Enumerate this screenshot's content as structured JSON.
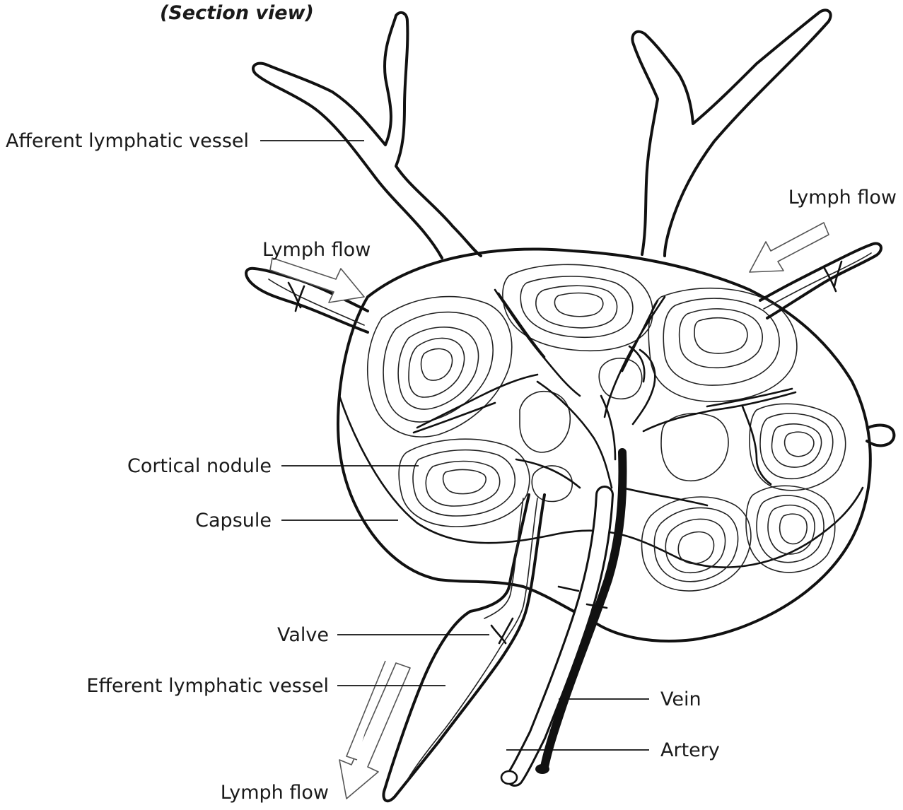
{
  "diagram": {
    "subtitle": "(Section view)",
    "labels": {
      "afferent_lymphatic_vessel": "Afferent lymphatic vessel",
      "lymph_flow_left": "Lymph flow",
      "lymph_flow_right": "Lymph flow",
      "lymph_flow_bottom": "Lymph flow",
      "cortical_nodule": "Cortical nodule",
      "capsule": "Capsule",
      "valve": "Valve",
      "efferent_lymphatic_vessel": "Efferent lymphatic vessel",
      "vein": "Vein",
      "artery": "Artery"
    },
    "colors": {
      "line": "#111111",
      "background": "#ffffff"
    }
  }
}
